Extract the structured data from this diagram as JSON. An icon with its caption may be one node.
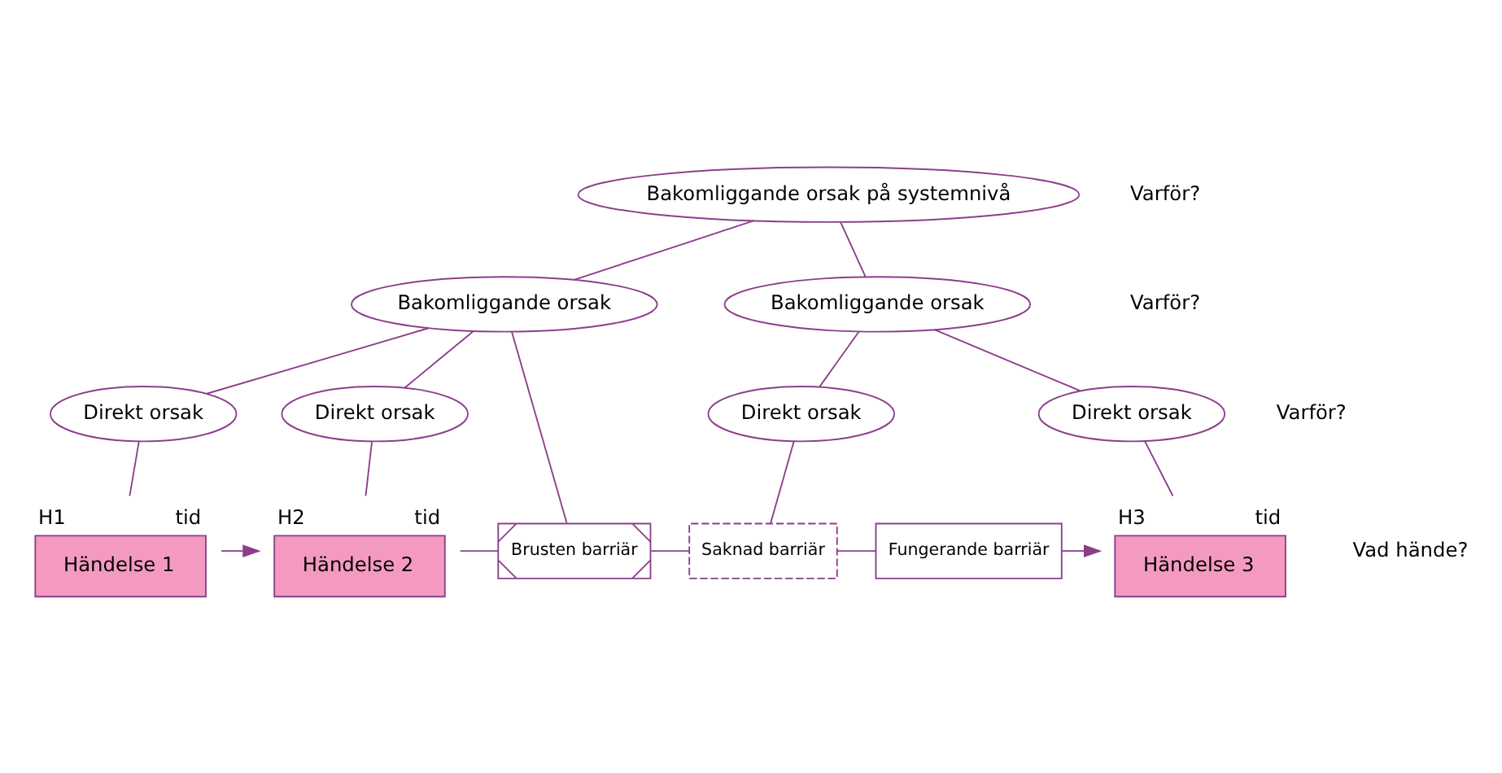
{
  "diagram": {
    "nodes": [
      {
        "text": [
          "Bakomliggande orsak på systemnivå"
        ]
      },
      {
        "text": [
          "Bakomliggande orsak"
        ]
      },
      {
        "text": [
          "Bakomliggande orsak"
        ]
      },
      {
        "text": [
          "Direkt orsak"
        ]
      },
      {
        "text": [
          "Direkt orsak"
        ]
      },
      {
        "text": [
          "Direkt orsak"
        ]
      },
      {
        "text": [
          "Direkt orsak"
        ]
      },
      {
        "text": [
          "Händelse 1"
        ],
        "beside": [
          "H1",
          "tid"
        ]
      },
      {
        "text": [
          "Händelse 2"
        ],
        "beside": [
          "H2",
          "tid"
        ]
      },
      {
        "text": [
          "Brusten barriär"
        ]
      },
      {
        "text": [
          "Saknad barriär"
        ]
      },
      {
        "text": [
          "Fungerande barriär"
        ]
      },
      {
        "text": [
          "Händelse 3"
        ],
        "beside": [
          "H3",
          "tid"
        ]
      }
    ],
    "edges": [
      {
        "from": 0,
        "to": 1,
        "arrow": "none"
      },
      {
        "from": 0,
        "to": 2,
        "arrow": "none"
      },
      {
        "from": 1,
        "to": 3,
        "arrow": "none"
      },
      {
        "from": 1,
        "to": 4,
        "arrow": "none"
      },
      {
        "from": 2,
        "to": 5,
        "arrow": "none"
      },
      {
        "from": 2,
        "to": 6,
        "arrow": "none"
      },
      {
        "from": 3,
        "to": 7,
        "arrow": "none"
      },
      {
        "from": 4,
        "to": 8,
        "arrow": "none"
      },
      {
        "from": 1,
        "to": 9,
        "arrow": "none"
      },
      {
        "from": 5,
        "to": 10,
        "arrow": "none"
      },
      {
        "from": 6,
        "to": 12,
        "arrow": "none"
      },
      {
        "from": 7,
        "to": 8,
        "arrow": "to"
      },
      {
        "from": 8,
        "to": 9,
        "arrow": "none"
      },
      {
        "from": 9,
        "to": 10,
        "arrow": "none"
      },
      {
        "from": 10,
        "to": 11,
        "arrow": "none"
      },
      {
        "from": 11,
        "to": 12,
        "arrow": "to"
      }
    ],
    "labels": [
      "Varför?",
      "Varför?",
      "Varför?",
      "Vad hände?"
    ]
  }
}
